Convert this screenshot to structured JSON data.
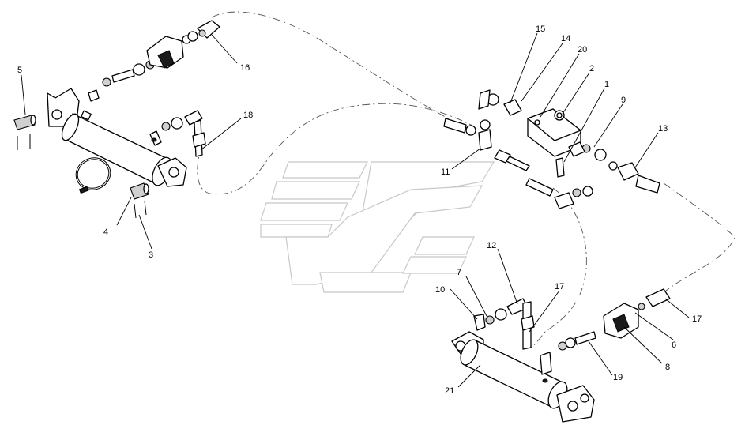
{
  "callouts": {
    "c1": "1",
    "c2": "2",
    "c3": "3",
    "c4": "4",
    "c5": "5",
    "c6": "6",
    "c7": "7",
    "c8": "8",
    "c9": "9",
    "c10": "10",
    "c11": "11",
    "c12": "12",
    "c13": "13",
    "c14": "14",
    "c15": "15",
    "c16": "16",
    "c17a": "17",
    "c17b": "17",
    "c18": "18",
    "c19": "19",
    "c20": "20",
    "c21": "21"
  },
  "colors": {
    "line": "#000000",
    "hose_path": "#555555",
    "watermark": "#c8c8c8",
    "background": "#ffffff"
  }
}
